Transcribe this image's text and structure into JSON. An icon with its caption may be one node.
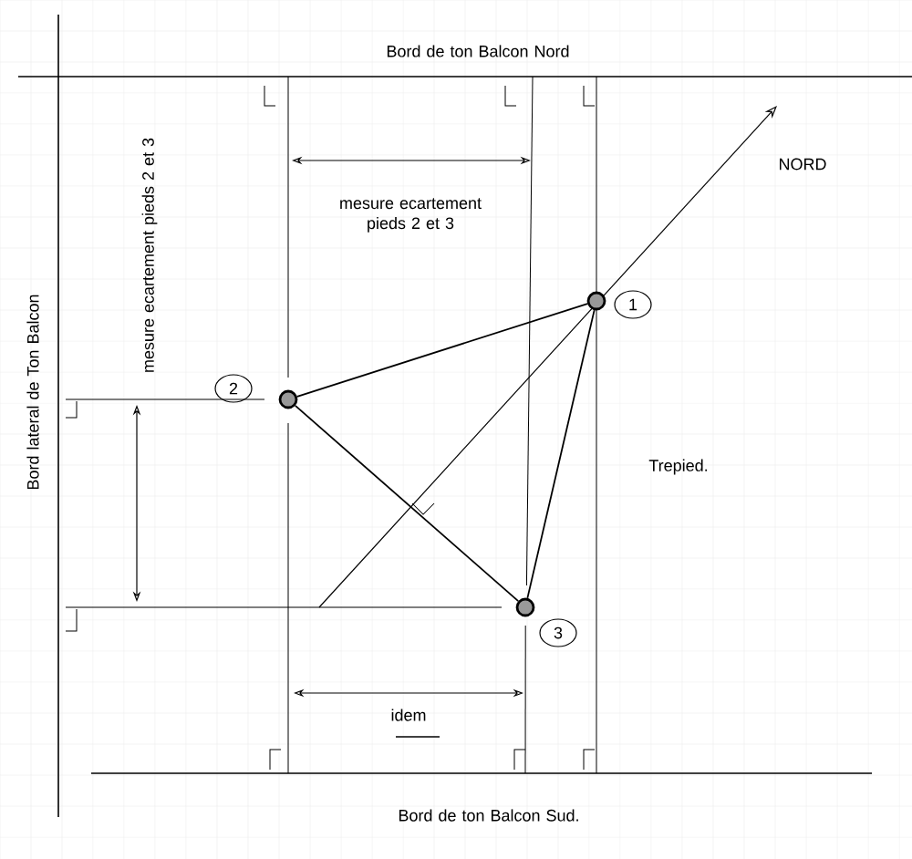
{
  "diagram": {
    "nodes": [
      {
        "text": [],
        "shape": "circle"
      },
      {
        "text": [],
        "shape": "circle"
      },
      {
        "text": [],
        "shape": "circle"
      },
      {
        "text": [
          "1"
        ]
      },
      {
        "text": [
          "2"
        ]
      },
      {
        "text": [
          "3"
        ]
      }
    ],
    "edges": [
      {
        "from": 0,
        "to": 1,
        "arrow": "none"
      },
      {
        "from": 1,
        "to": 2,
        "arrow": "none"
      },
      {
        "from": 0,
        "to": 2,
        "arrow": "none"
      }
    ],
    "labels": [
      "Bord de ton Balcon Nord",
      "NORD",
      "mesure ecartement pieds 2 et 3",
      "Bord lateral de Ton Balcon",
      "mesure ecartement pieds 2 et 3",
      "Trepied.",
      "idem",
      "Bord de ton Balcon Sud."
    ]
  }
}
